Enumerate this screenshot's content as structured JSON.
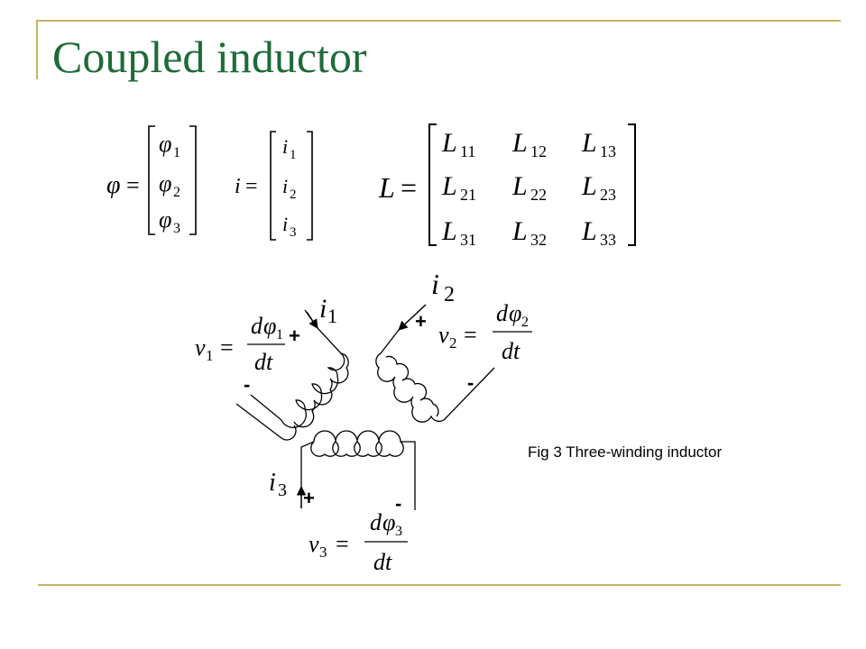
{
  "slide": {
    "title": "Coupled inductor",
    "caption": "Fig 3 Three-winding inductor",
    "accent_color": "#1e6b3a",
    "rule_color": "#c8b464"
  },
  "phi_vector": {
    "symbol": "φ",
    "entries": [
      {
        "base": "φ",
        "sub": "1"
      },
      {
        "base": "φ",
        "sub": "2"
      },
      {
        "base": "φ",
        "sub": "3"
      }
    ]
  },
  "i_vector": {
    "symbol": "i",
    "entries": [
      {
        "base": "i",
        "sub": "1"
      },
      {
        "base": "i",
        "sub": "2"
      },
      {
        "base": "i",
        "sub": "3"
      }
    ]
  },
  "L_matrix": {
    "symbol": "L",
    "rows": [
      [
        {
          "base": "L",
          "sub": "11"
        },
        {
          "base": "L",
          "sub": "12"
        },
        {
          "base": "L",
          "sub": "13"
        }
      ],
      [
        {
          "base": "L",
          "sub": "21"
        },
        {
          "base": "L",
          "sub": "22"
        },
        {
          "base": "L",
          "sub": "23"
        }
      ],
      [
        {
          "base": "L",
          "sub": "31"
        },
        {
          "base": "L",
          "sub": "32"
        },
        {
          "base": "L",
          "sub": "33"
        }
      ]
    ]
  },
  "windings": {
    "w1": {
      "v_base": "v",
      "v_sub": "1",
      "num_d": "d",
      "num_base": "φ",
      "num_sub": "1",
      "den": "dt",
      "i_base": "i",
      "i_sub": "1",
      "plus": "+",
      "minus": "-"
    },
    "w2": {
      "v_base": "v",
      "v_sub": "2",
      "num_d": "d",
      "num_base": "φ",
      "num_sub": "2",
      "den": "dt",
      "i_base": "i",
      "i_sub": "2",
      "plus": "+",
      "minus": "-"
    },
    "w3": {
      "v_base": "v",
      "v_sub": "3",
      "num_d": "d",
      "num_base": "φ",
      "num_sub": "3",
      "den": "dt",
      "i_base": "i",
      "i_sub": "3",
      "plus": "+",
      "minus": "-"
    }
  },
  "symbols": {
    "equals": "="
  }
}
